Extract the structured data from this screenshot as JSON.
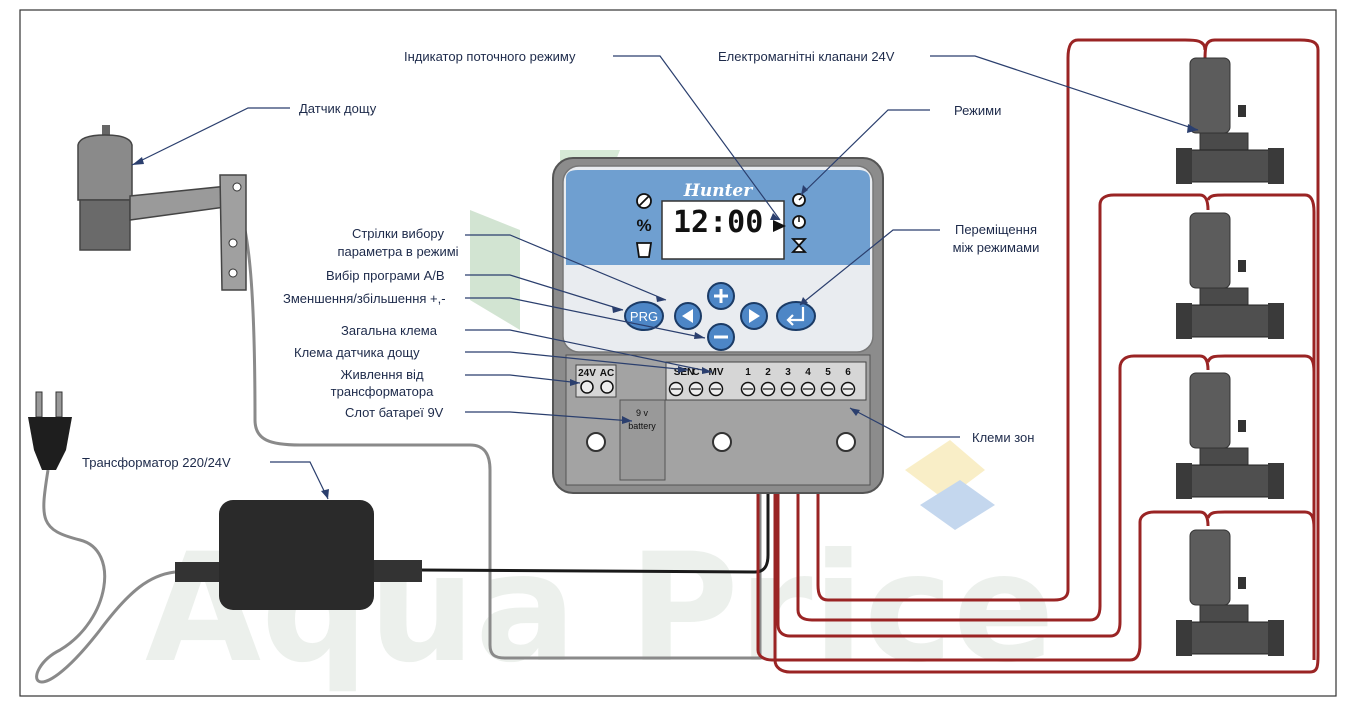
{
  "labels": {
    "mode_indicator": "Індикатор поточного режиму",
    "valves": "Електромагнітні клапани 24V",
    "rain_sensor": "Датчик дощу",
    "modes": "Режими",
    "arrows_line1": "Стрілки вибору",
    "arrows_line2": "параметра в режимі",
    "mode_switch_line1": "Переміщення",
    "mode_switch_line2": "між режимами",
    "program_select": "Вибір програми А/В",
    "plus_minus": "Зменшення/збільшення +,-",
    "common_terminal": "Загальна клема",
    "sensor_terminal": "Клема датчика дощу",
    "power_line1": "Живлення від",
    "power_line2": "трансформатора",
    "battery_slot": "Слот батареї 9V",
    "zone_terminals": "Клеми зон",
    "transformer": "Трансформатор 220/24V"
  },
  "controller": {
    "brand": "Hunter",
    "display": "12:00",
    "prg_button": "PRG",
    "power_terminals": [
      "24V",
      "AC"
    ],
    "terminals": [
      "SEN",
      "C",
      "MV",
      "1",
      "2",
      "3",
      "4",
      "5",
      "6"
    ],
    "battery_line1": "9 v",
    "battery_line2": "battery"
  },
  "watermark": {
    "text": "Aqua Price"
  },
  "colors": {
    "label_text": "#1d2a4a",
    "leader_line": "#2b3f6e",
    "zone_wire": "#9a2424",
    "gray_wire": "#8a8a8a",
    "panel_blue": "#6f9fd0",
    "button_blue": "#4d86c6"
  }
}
